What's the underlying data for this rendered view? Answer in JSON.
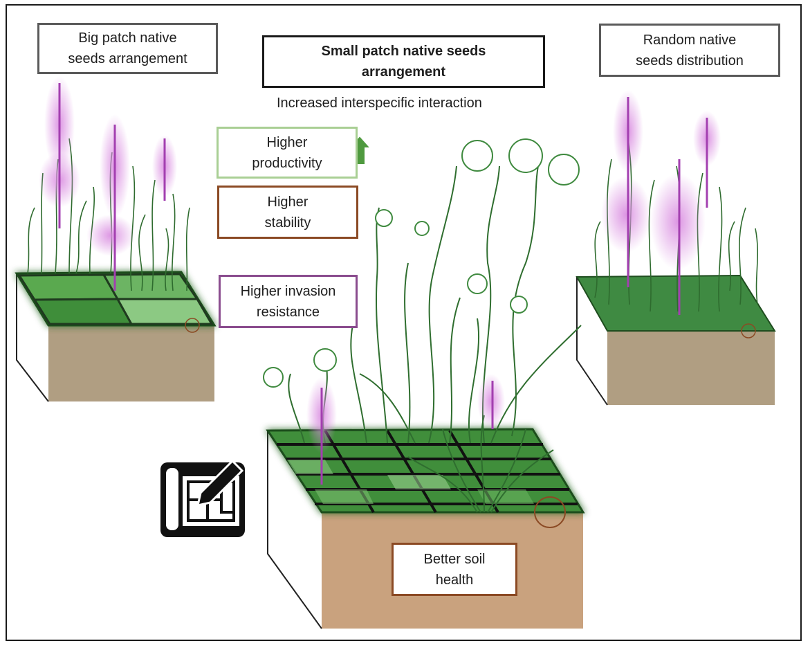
{
  "panels": {
    "left": {
      "label": "Big patch native\nseeds arrangement"
    },
    "center": {
      "label": "Small patch native seeds\narrangement",
      "subtitle": "Increased interspecific interaction"
    },
    "right": {
      "label": "Random native\nseeds distribution"
    }
  },
  "effects": {
    "productivity": {
      "label": "Higher\nproductivity",
      "color": "#a9cf94",
      "icon": "up-arrow-icon"
    },
    "stability": {
      "label": "Higher\nstability",
      "color": "#8b4a24"
    },
    "invasion": {
      "label": "Higher invasion\nresistance",
      "color": "#8a4c8e"
    },
    "soil": {
      "label": "Better soil\nhealth",
      "color": "#8b4a24"
    }
  },
  "colors": {
    "grass": "#3c8a3c",
    "soil": "#b09e82",
    "soil_center": "#c9a27e",
    "flower": "#b85cc0",
    "plant_line": "#2e6b2e"
  },
  "icons": [
    "blueprint-pencil-icon"
  ]
}
